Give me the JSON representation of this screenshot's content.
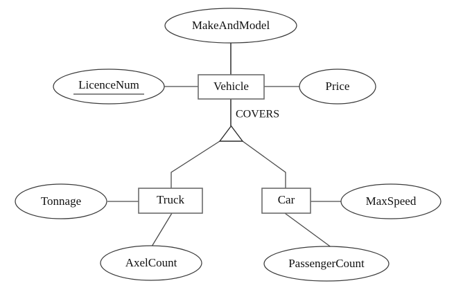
{
  "diagram": {
    "type": "er-diagram",
    "title": "",
    "background_color": "#ffffff",
    "line_color": "#4a4a4a",
    "text_color": "#101010"
  },
  "entities": {
    "vehicle": {
      "label": "Vehicle",
      "shape": "rectangle"
    },
    "truck": {
      "label": "Truck",
      "shape": "rectangle"
    },
    "car": {
      "label": "Car",
      "shape": "rectangle"
    }
  },
  "attributes": {
    "make_and_model": {
      "label": "MakeAndModel",
      "shape": "ellipse",
      "is_key": false
    },
    "licence_num": {
      "label": "LicenceNum",
      "shape": "ellipse",
      "is_key": true
    },
    "price": {
      "label": "Price",
      "shape": "ellipse",
      "is_key": false
    },
    "tonnage": {
      "label": "Tonnage",
      "shape": "ellipse",
      "is_key": false
    },
    "axel_count": {
      "label": "AxelCount",
      "shape": "ellipse",
      "is_key": false
    },
    "max_speed": {
      "label": "MaxSpeed",
      "shape": "ellipse",
      "is_key": false
    },
    "passenger_count": {
      "label": "PassengerCount",
      "shape": "ellipse",
      "is_key": false
    }
  },
  "relationships": {
    "isa": {
      "label": "COVERS",
      "shape": "triangle",
      "kind": "isa-specialization"
    }
  }
}
